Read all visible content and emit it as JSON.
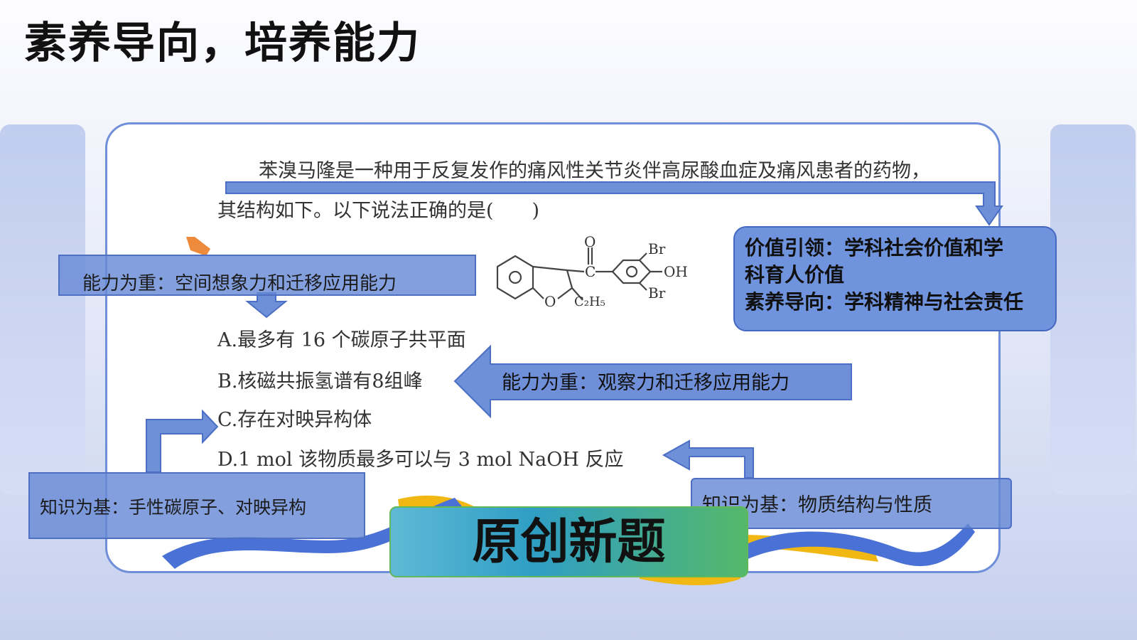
{
  "slide": {
    "title": "素养导向，培养能力"
  },
  "question": {
    "stem_line1": "苯溴马隆是一种用于反复发作的痛风性关节炎伴高尿酸血症及痛风患者的药物，",
    "stem_line2": "其结构如下。以下说法正确的是(　　)",
    "options": [
      "A.最多有 16 个碳原子共平面",
      "B.核磁共振氢谱有8组峰",
      "C.存在对映异构体",
      "D.1 mol 该物质最多可以与 3 mol NaOH 反应"
    ]
  },
  "structure": {
    "O_top": "O",
    "C_label": "C",
    "Br_top": "Br",
    "OH": "OH",
    "Br_bottom": "Br",
    "O_ring": "O",
    "ethyl": "C₂H₅"
  },
  "annotations": {
    "ability_spatial": "能力为重：空间想象力和迁移应用能力",
    "ability_observe": "能力为重：观察力和迁移应用能力",
    "knowledge_chiral": "知识为基：手性碳原子、对映异构",
    "knowledge_structure": "知识为基：物质结构与性质",
    "value_line1": "价值引领：学科社会价值和学",
    "value_line2": "科育人价值",
    "value_line3": "素养导向：学科精神与社会责任"
  },
  "badge": {
    "label": "原创新题"
  },
  "colors": {
    "label_fill": "#688ad6",
    "border_blue": "#6f8fd8",
    "ribbon_blue": "#4a72d6",
    "ribbon_yellow": "#f1b712",
    "accent_orange": "#ee8a3b"
  }
}
